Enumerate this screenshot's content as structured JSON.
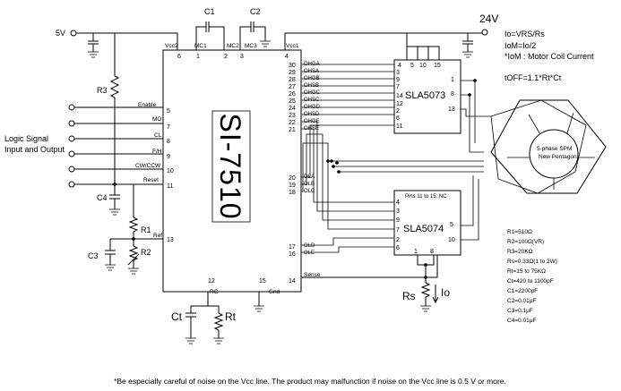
{
  "main_ic": {
    "name": "SI-7510",
    "pin_labels": {
      "vcc2": "Vcc2",
      "mc1": "MC1",
      "mc2": "MC2",
      "mc3": "MC3",
      "vcc1": "Vcc1",
      "enable": "Enable",
      "mo": "MO",
      "cl": "CL",
      "fh": "F/H",
      "cwccw": "CW/CCW",
      "reset": "Reset",
      "ref": "Ref",
      "rc": "RC",
      "gnd": "Gnd",
      "sense": "Sense"
    },
    "pin_numbers": {
      "p6": "6",
      "p1": "1",
      "p2": "2",
      "p3": "3",
      "p4": "4",
      "p5": "5",
      "p7": "7",
      "p8": "8",
      "p9": "9",
      "p10": "10",
      "p11": "11",
      "p13": "13",
      "p12": "12",
      "p15": "15",
      "p14": "14",
      "p30": "30",
      "p29": "29",
      "p28": "28",
      "p27": "27",
      "p26": "26",
      "p25": "25",
      "p24": "24",
      "p23": "23",
      "p22": "22",
      "p21": "21",
      "p20": "20",
      "p19": "19",
      "p18": "18",
      "p17": "17",
      "p16": "16"
    },
    "output_labels": {
      "ohga": "OHGA",
      "ohsa": "OHSA",
      "ohgb": "OHGB",
      "ohsb": "OHSB",
      "ohgc": "OHGC",
      "ohsc": "OHSC",
      "ohgd": "OHGD",
      "ohsd": "OHSD",
      "ohge": "OHGE",
      "ohse": "OHSE",
      "ola": "OLA",
      "olb": "OLB",
      "olc": "OLC",
      "old": "OLD",
      "ole": "OLE"
    }
  },
  "sla5073": {
    "name": "SLA5073",
    "pins": {
      "p4": "4",
      "p5": "5",
      "p10": "10",
      "p15": "15",
      "p3": "3",
      "p9": "9",
      "p7": "7",
      "p14": "14",
      "p12": "12",
      "p2": "2",
      "p6": "6",
      "p11": "11",
      "p1": "1",
      "p8": "8",
      "p13": "13"
    }
  },
  "sla5074": {
    "name": "SLA5074",
    "note": "Pins 11 to 15: NC",
    "pins": {
      "p4": "4",
      "p3": "3",
      "p9": "9",
      "p7": "7",
      "p2": "2",
      "p6": "6",
      "p5": "5",
      "p10": "10",
      "p1": "1",
      "p8": "8"
    }
  },
  "supplies": {
    "v5": "5V",
    "v24": "24V"
  },
  "components": {
    "c1": "C1",
    "c2": "C2",
    "c3": "C3",
    "c4": "C4",
    "r1": "R1",
    "r2": "R2",
    "r3": "R3",
    "rs": "Rs",
    "rt": "Rt",
    "ct": "Ct",
    "io": "Io"
  },
  "logic_label": [
    "Logic Signal",
    "Input and Output"
  ],
  "motor": [
    "5-phase SPM",
    "New Pentagon"
  ],
  "formulas": [
    "Io=VRS/Rs",
    "IoM=Io/2",
    "*IoM : Motor Coil Current",
    "tOFF=1.1*Rt*Ct"
  ],
  "spec_list": [
    "R1=510Ω",
    "R2=100Ω(VR)",
    "R3=20KΩ",
    "Rs=0.33Ω(1 to 2W)",
    "Rt=15 to 75KΩ",
    "Ct=420 to 1100pF",
    "C1=2200pF",
    "C2=0.01μF",
    "C3=0.1μF",
    "C4=0.01μF"
  ],
  "footnote": "*Be especially careful of noise on the Vcc line. The product may malfunction if noise on the Vcc line is 0.5 V or more."
}
